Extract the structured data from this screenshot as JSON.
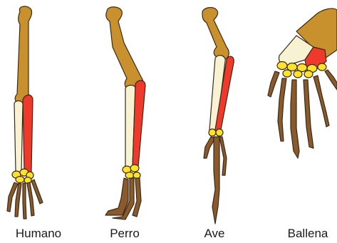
{
  "labels": {
    "human": "Humano",
    "dog": "Perro",
    "bird": "Ave",
    "whale": "Ballena"
  },
  "colors": {
    "humerus": "#C8912E",
    "radius": "#EF3A2B",
    "ulna": "#F7F2D2",
    "carpals": "#FFE22A",
    "hand": "#8A5A2B",
    "outline": "#3A2A1A"
  }
}
